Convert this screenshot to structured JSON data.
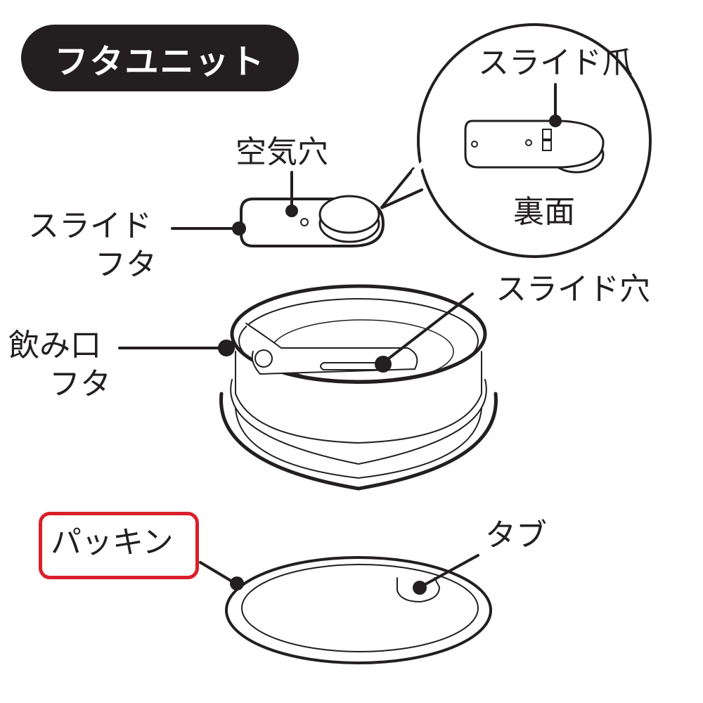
{
  "title": "フタユニット",
  "labels": {
    "slide_claw": "スライド爪",
    "back_side": "裏面",
    "air_hole": "空気穴",
    "slide_lid_line1": "スライド",
    "slide_lid_line2": "フタ",
    "slide_hole": "スライド穴",
    "mouth_lid_line1": "飲み口",
    "mouth_lid_line2": "フタ",
    "packing": "パッキン",
    "tab": "タブ"
  },
  "colors": {
    "ink": "#231f20",
    "highlight": "#d9202a"
  }
}
